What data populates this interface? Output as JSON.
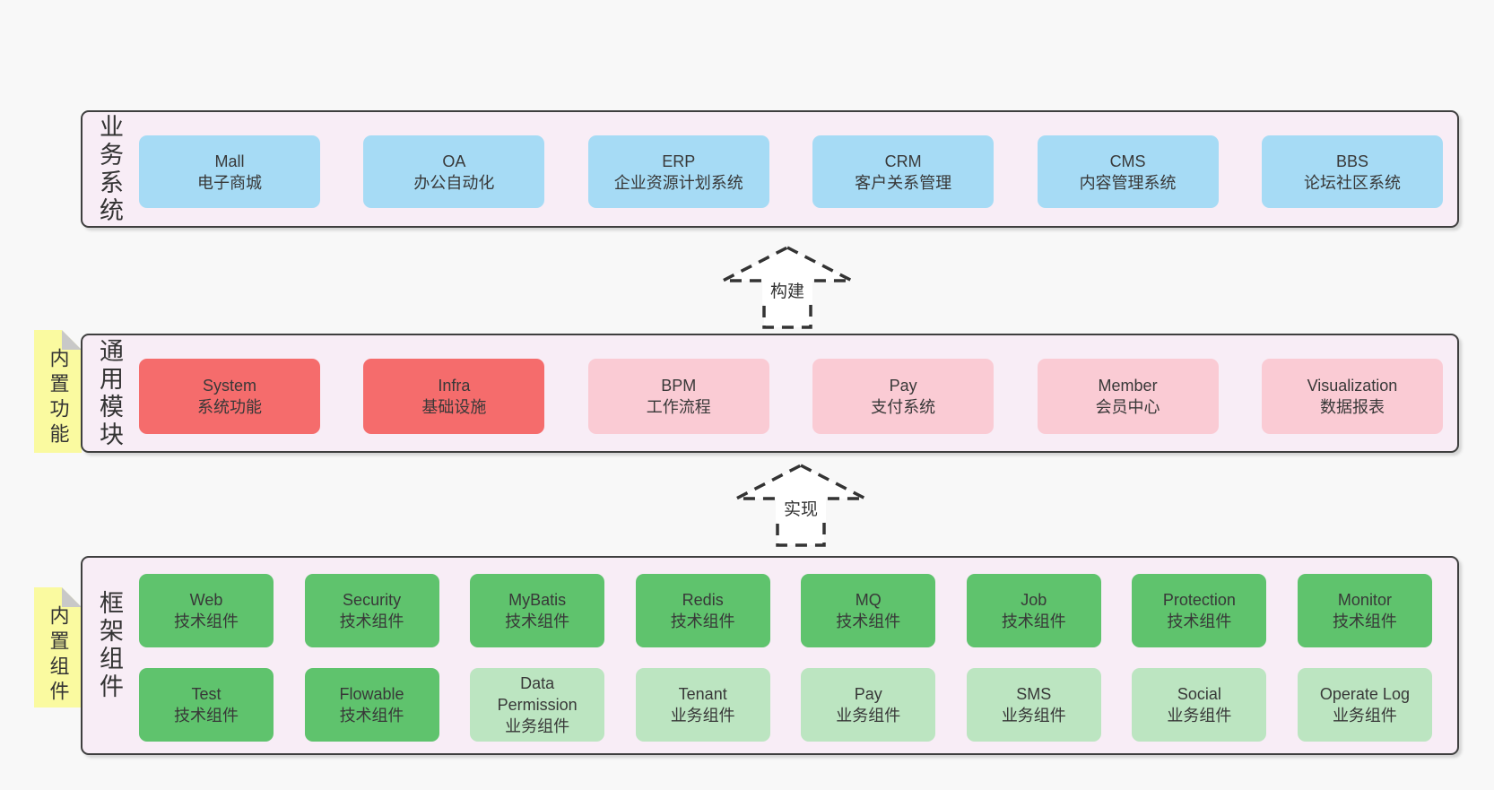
{
  "palette": {
    "page_bg": "#f8f8f8",
    "container_bg": "#f8edf6",
    "container_border": "#3f3f3f",
    "blue": "#a6dbf5",
    "red": "#f56c6c",
    "pink": "#facbd4",
    "green": "#5fc36d",
    "green_light": "#bce5c1",
    "note_yellow": "#fafaa0",
    "note_fold": "#c8c8c8",
    "text": "#3a3a3a"
  },
  "arrows": {
    "build_label": "构建",
    "implement_label": "实现"
  },
  "layers": {
    "business": {
      "label": "业务系统",
      "boxes": [
        {
          "title": "Mall",
          "subtitle": "电子商城",
          "variant": "blue"
        },
        {
          "title": "OA",
          "subtitle": "办公自动化",
          "variant": "blue"
        },
        {
          "title": "ERP",
          "subtitle": "企业资源计划系统",
          "variant": "blue"
        },
        {
          "title": "CRM",
          "subtitle": "客户关系管理",
          "variant": "blue"
        },
        {
          "title": "CMS",
          "subtitle": "内容管理系统",
          "variant": "blue"
        },
        {
          "title": "BBS",
          "subtitle": "论坛社区系统",
          "variant": "blue"
        }
      ]
    },
    "modules": {
      "label": "通用模块",
      "note": "内置功能",
      "boxes": [
        {
          "title": "System",
          "subtitle": "系统功能",
          "variant": "red"
        },
        {
          "title": "Infra",
          "subtitle": "基础设施",
          "variant": "red"
        },
        {
          "title": "BPM",
          "subtitle": "工作流程",
          "variant": "pink"
        },
        {
          "title": "Pay",
          "subtitle": "支付系统",
          "variant": "pink"
        },
        {
          "title": "Member",
          "subtitle": "会员中心",
          "variant": "pink"
        },
        {
          "title": "Visualization",
          "subtitle": "数据报表",
          "variant": "pink"
        }
      ]
    },
    "components": {
      "label": "框架组件",
      "note": "内置组件",
      "row1": [
        {
          "title": "Web",
          "subtitle": "技术组件",
          "variant": "green"
        },
        {
          "title": "Security",
          "subtitle": "技术组件",
          "variant": "green"
        },
        {
          "title": "MyBatis",
          "subtitle": "技术组件",
          "variant": "green"
        },
        {
          "title": "Redis",
          "subtitle": "技术组件",
          "variant": "green"
        },
        {
          "title": "MQ",
          "subtitle": "技术组件",
          "variant": "green"
        },
        {
          "title": "Job",
          "subtitle": "技术组件",
          "variant": "green"
        },
        {
          "title": "Protection",
          "subtitle": "技术组件",
          "variant": "green"
        },
        {
          "title": "Monitor",
          "subtitle": "技术组件",
          "variant": "green"
        }
      ],
      "row2": [
        {
          "title": "Test",
          "subtitle": "技术组件",
          "variant": "green"
        },
        {
          "title": "Flowable",
          "subtitle": "技术组件",
          "variant": "green"
        },
        {
          "title": "Data Permission",
          "subtitle": "业务组件",
          "variant": "green-light"
        },
        {
          "title": "Tenant",
          "subtitle": "业务组件",
          "variant": "green-light"
        },
        {
          "title": "Pay",
          "subtitle": "业务组件",
          "variant": "green-light"
        },
        {
          "title": "SMS",
          "subtitle": "业务组件",
          "variant": "green-light"
        },
        {
          "title": "Social",
          "subtitle": "业务组件",
          "variant": "green-light"
        },
        {
          "title": "Operate Log",
          "subtitle": "业务组件",
          "variant": "green-light"
        }
      ]
    }
  }
}
